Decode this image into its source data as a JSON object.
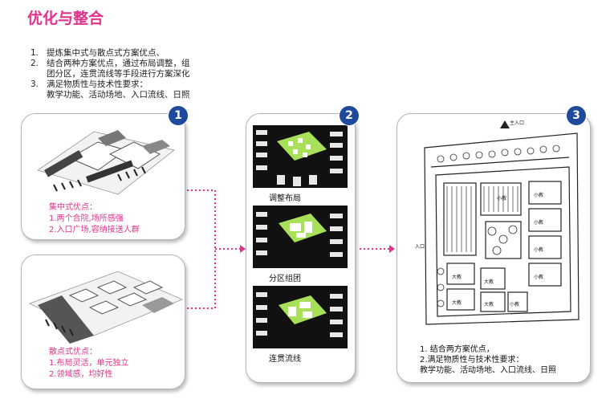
{
  "title": "优化与整合",
  "intro": {
    "items": [
      {
        "num": "1.",
        "text": "提炼集中式与散点式方案优点、"
      },
      {
        "num": "2.",
        "text": "结合两种方案优点，通过布局调整，组"
      },
      {
        "num": "",
        "text": "团分区，连贯流线等手段进行方案深化"
      },
      {
        "num": "3.",
        "text": "满足物质性与技术性要求："
      },
      {
        "num": "",
        "text": "教学功能、活动场地、入口流线、日照"
      }
    ]
  },
  "panel1": {
    "badge": "1",
    "top": {
      "heading": "集中式优点：",
      "lines": [
        "1.两个合院,场所感强",
        "2.入口广场,容纳接送人群"
      ]
    },
    "bottom": {
      "heading": "散点式优点：",
      "lines": [
        "1.布局灵活，单元独立",
        "2.领域感，均好性"
      ]
    }
  },
  "panel2": {
    "badge": "2",
    "captions": [
      "调整布局",
      "分区组团",
      "连贯流线"
    ]
  },
  "panel3": {
    "badge": "3",
    "sketch_labels": {
      "entrance": "主入口",
      "side_entry": "入口",
      "rooms": [
        "小教",
        "小教",
        "小教",
        "小教",
        "大教",
        "大教",
        "大教",
        "大教",
        "小教",
        "小教"
      ]
    },
    "notes": [
      "1. 结合两方案优点，",
      "2.满足物质性与技术性要求：",
      "教学功能、活动场地、入口流线、日照"
    ]
  },
  "colors": {
    "accent": "#e0338c",
    "badge": "#1f4a9b",
    "green": "#a8e05a"
  }
}
